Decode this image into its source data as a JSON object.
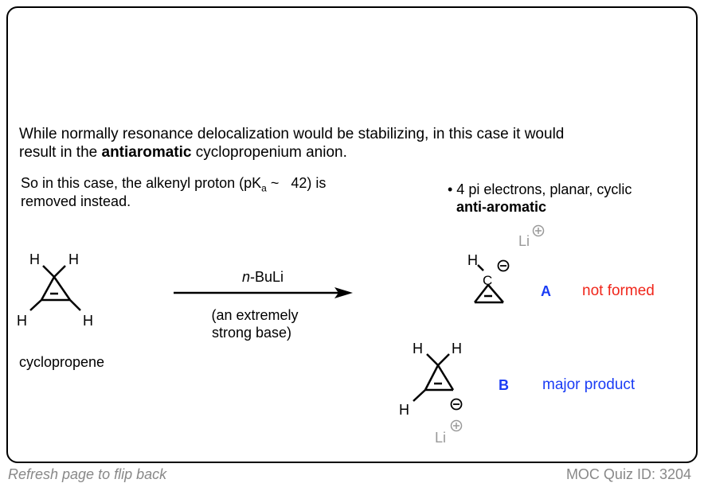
{
  "intro": {
    "line1": "While normally resonance delocalization would be stabilizing, in this case it would",
    "line2_pre": "result in the ",
    "line2_bold": "antiaromatic",
    "line2_post": " cyclopropenium anion."
  },
  "explain": {
    "line1": "So in this case, the alkenyl proton (pK",
    "sub": "a",
    "line1_post": " ~   42) is",
    "line2": "removed instead."
  },
  "bullet": {
    "text": "• 4 pi electrons, planar, cyclic",
    "bold": "anti-aromatic"
  },
  "reagent": {
    "name_italic": "n",
    "name_rest": "-BuLi",
    "note1": "(an extremely",
    "note2": "strong base)"
  },
  "starting_material": {
    "label": "cyclopropene",
    "atom_h": "H"
  },
  "product_a": {
    "letter": "A",
    "status": "not formed",
    "counterion": "Li",
    "carbon": "C"
  },
  "product_b": {
    "letter": "B",
    "status": "major product",
    "counterion": "Li"
  },
  "footer": {
    "left": "Refresh page to flip back",
    "right": "MOC Quiz ID: 3204"
  },
  "colors": {
    "blue": "#1a3cf5",
    "red": "#f0261b",
    "gray": "#999999"
  }
}
